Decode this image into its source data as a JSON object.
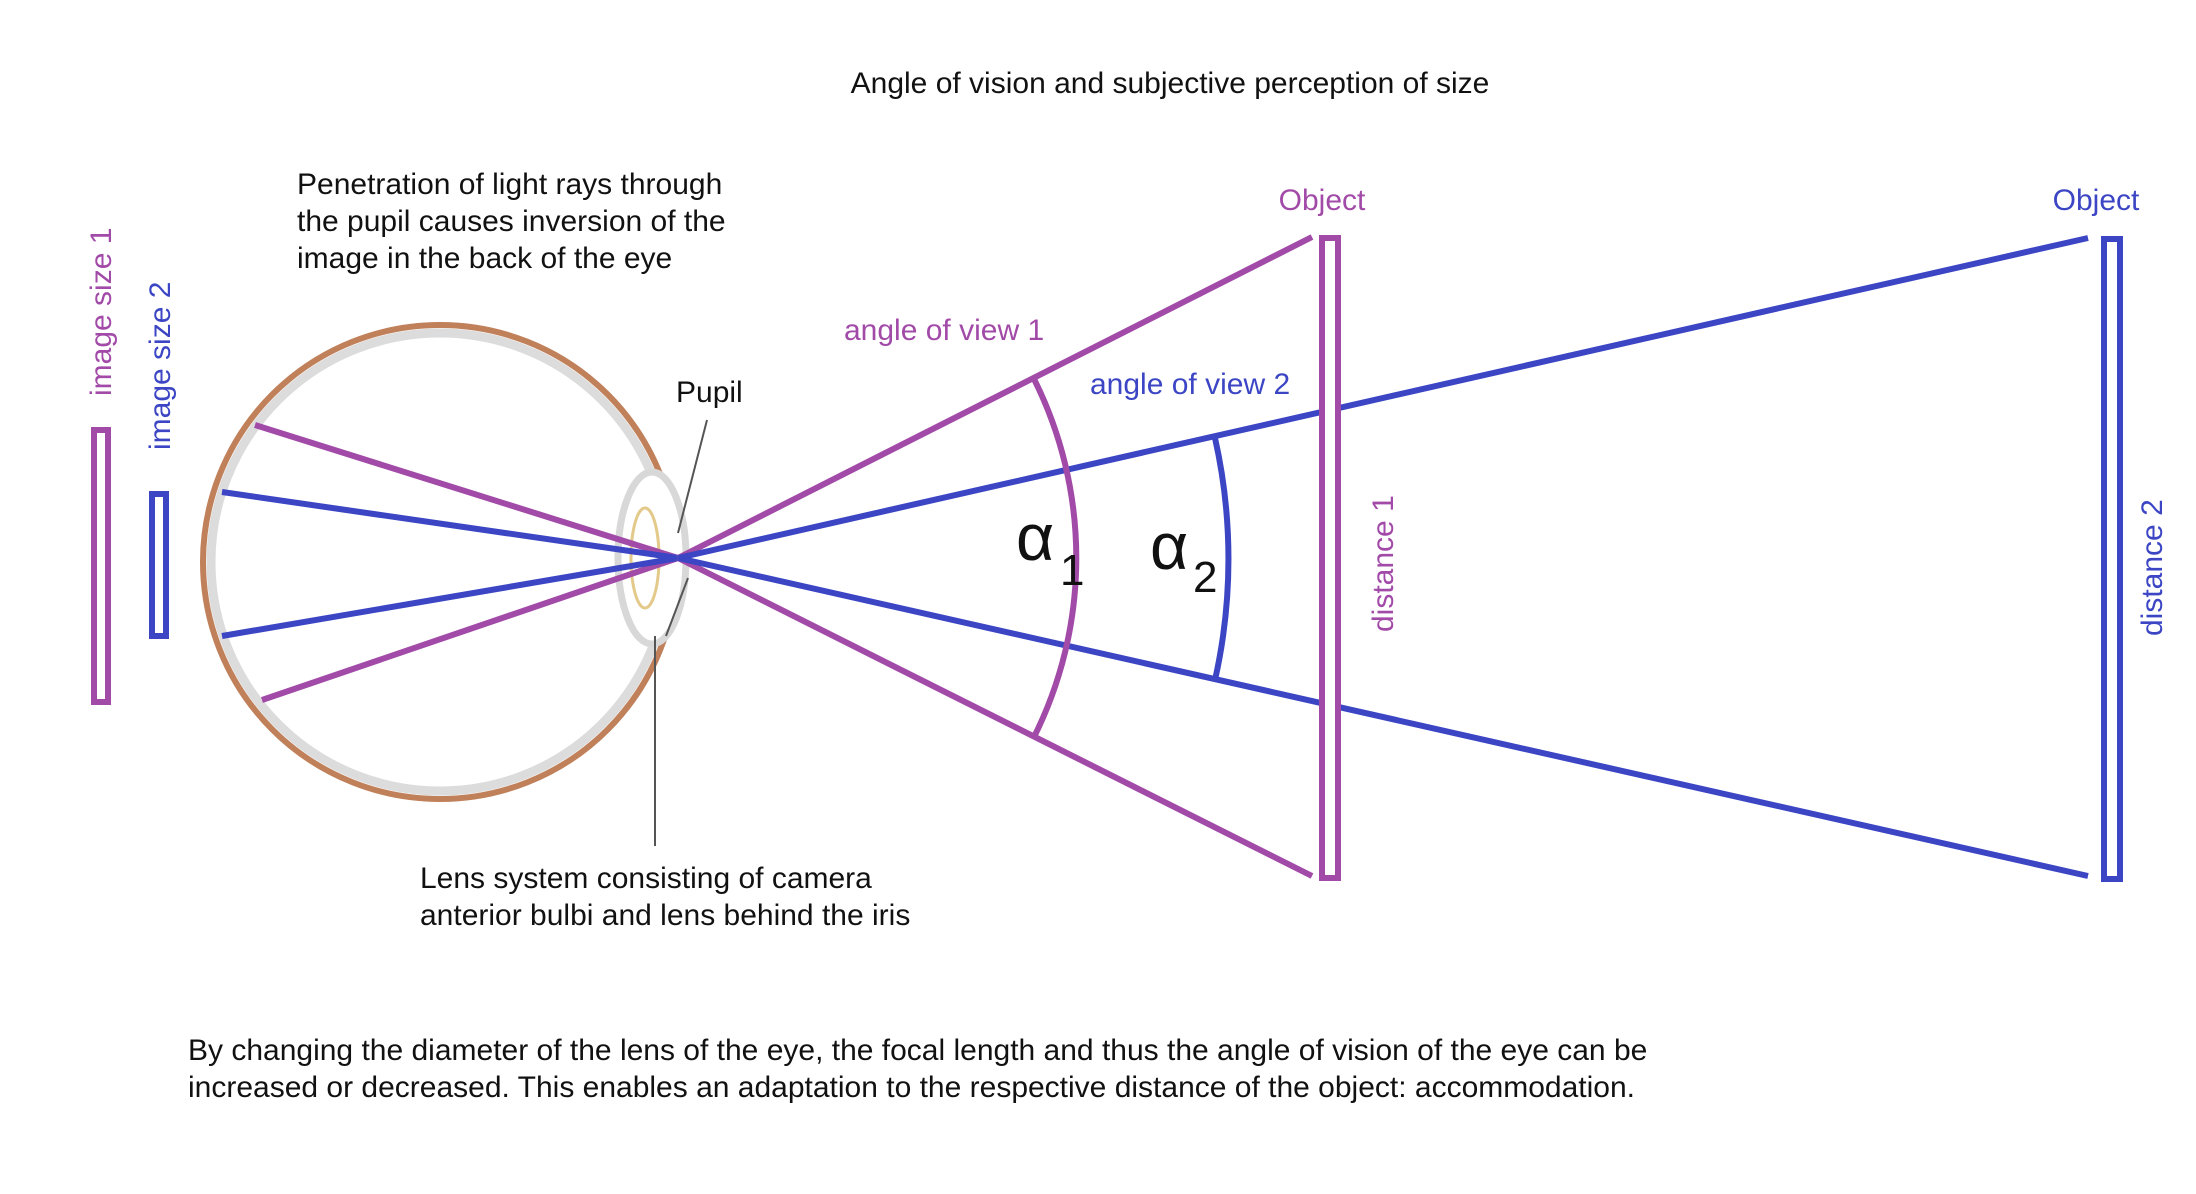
{
  "title": "Angle of vision and subjective perception of size",
  "colors": {
    "purple": "#a24aa8",
    "blue": "#3c46c4",
    "eye_outline": "#c0805a",
    "eye_inner": "#dcdcdc",
    "lens": "#e3c98a"
  },
  "labels": {
    "penetration": [
      "Penetration of light rays through",
      "the pupil causes inversion of the",
      "image in the back of the eye"
    ],
    "pupil": "Pupil",
    "lens_system": [
      "Lens system consisting of camera",
      "anterior bulbi and lens behind the iris"
    ],
    "object_1": "Object",
    "object_2": "Object",
    "angle_of_view_1": "angle of view 1",
    "angle_of_view_2": "angle of view 2",
    "alpha_1": "α",
    "alpha_1_sub": "1",
    "alpha_2": "α",
    "alpha_2_sub": "2",
    "distance_1": "distance 1",
    "distance_2": "distance 2",
    "image_size_1": "image size 1",
    "image_size_2": "image size 2"
  },
  "footer": [
    "By changing the diameter of the lens of the eye, the focal length and thus the angle of vision of the eye can be",
    "increased or decreased. This enables an adaptation to the respective distance of the object: accommodation."
  ]
}
